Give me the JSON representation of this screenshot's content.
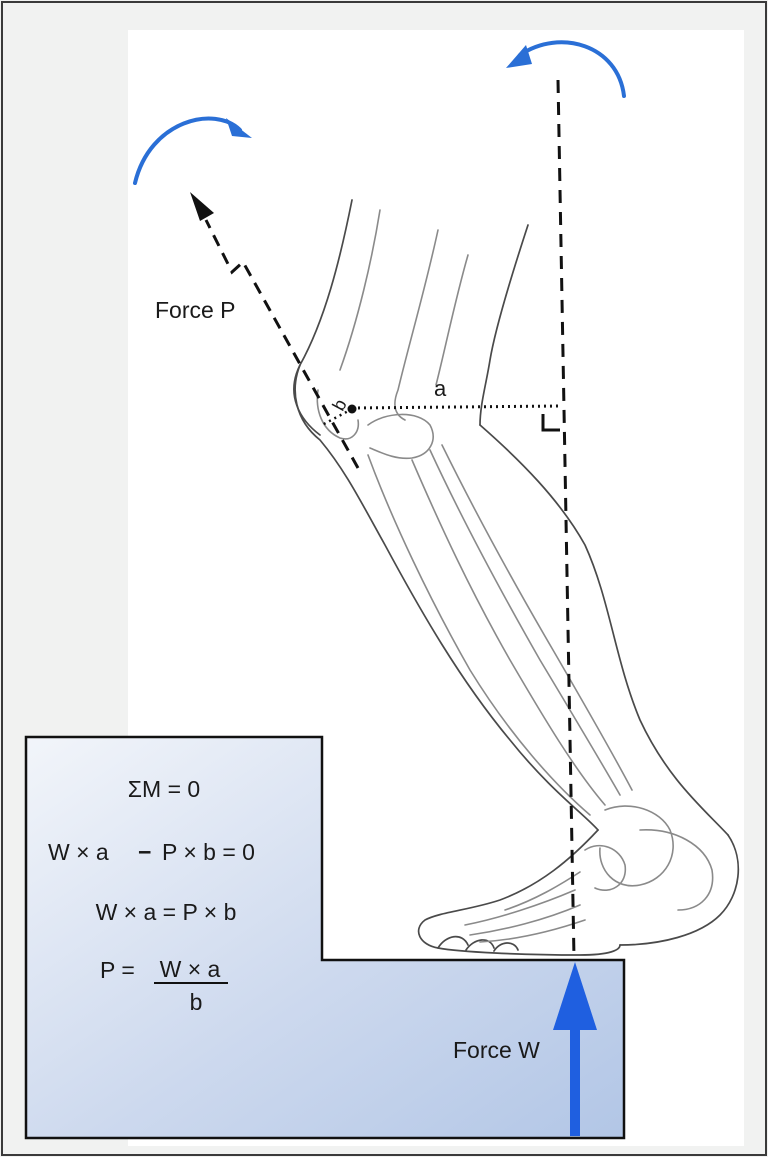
{
  "labels": {
    "force_p": "Force P",
    "force_w": "Force W",
    "lever_a": "a",
    "lever_b": "b"
  },
  "equations": {
    "line1": "ΣM = 0",
    "line2_w": "W × a",
    "line2_minus": "−",
    "line2_p": "P × b = 0",
    "line3": "W × a = P × b",
    "line4_lhs": "P =",
    "line4_num": "W × a",
    "line4_den": "b"
  },
  "colors": {
    "rotation_arrow": "#2a6fd6",
    "force_w_arrow": "#1f5fe0",
    "panel_fill_left": "#eef2f9",
    "panel_fill_right": "#b9cbe8",
    "line": "#111111"
  },
  "icons": {
    "rotation_left": "curved-arrow-clockwise-icon",
    "rotation_right": "curved-arrow-counterclockwise-icon",
    "right_angle": "right-angle-marker-icon"
  }
}
